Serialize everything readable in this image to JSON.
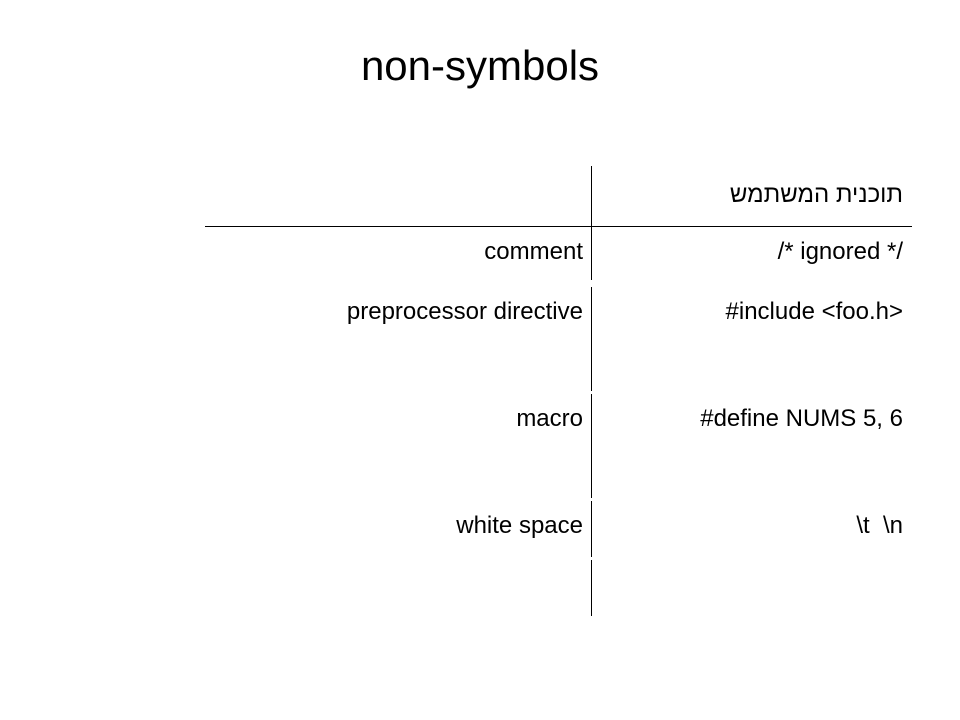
{
  "title": "non-symbols",
  "table": {
    "header": {
      "right": "תוכנית המשתמש",
      "left": ""
    },
    "rows": [
      {
        "code": "/* ignored */",
        "label": "comment"
      },
      {
        "code": "#include <foo.h>",
        "label": "preprocessor directive"
      },
      {
        "code": "#define NUMS 5, 6",
        "label": "macro"
      },
      {
        "code": "\\t  \\n",
        "label": "white space"
      }
    ]
  }
}
